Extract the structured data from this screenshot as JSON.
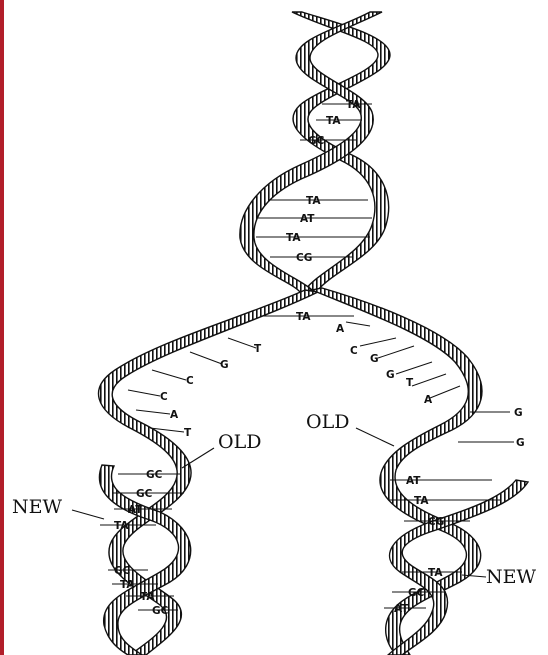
{
  "labels": {
    "old_left": "OLD",
    "old_right": "OLD",
    "new_left": "NEW",
    "new_right": "NEW"
  },
  "colors": {
    "left_bar": "#b21e2a",
    "ink": "#111111",
    "ribbon_fill": "#ffffff"
  },
  "base_pairs": {
    "parent": [
      "TA",
      "TA",
      "GC",
      "TA",
      "AT",
      "TA",
      "CG",
      "TA"
    ],
    "left_fork_single": [
      "T",
      "G",
      "C",
      "C",
      "A",
      "T"
    ],
    "right_fork_single": [
      "A",
      "C",
      "G",
      "G",
      "T",
      "A",
      "G",
      "G"
    ],
    "left_daughter": [
      "GC",
      "GC",
      "AT",
      "TA",
      "GC",
      "TA",
      "TA",
      "GC"
    ],
    "right_daughter": [
      "AT",
      "TA",
      "CG",
      "TA",
      "GC",
      "AT"
    ]
  }
}
